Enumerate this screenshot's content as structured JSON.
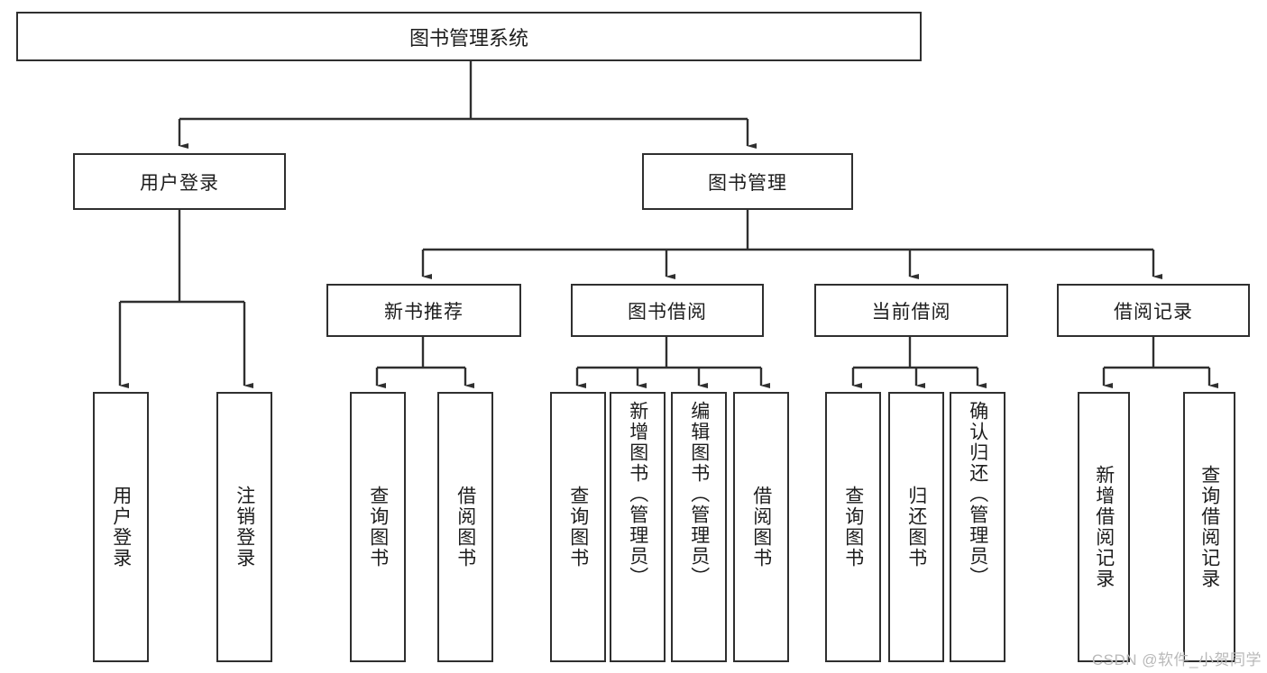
{
  "diagram": {
    "title": "图书管理系统",
    "type": "tree-hierarchy-chart",
    "root": {
      "label": "图书管理系统"
    },
    "level1": [
      {
        "label": "用户登录"
      },
      {
        "label": "图书管理"
      }
    ],
    "level2": [
      {
        "label": "新书推荐",
        "parent": "图书管理"
      },
      {
        "label": "图书借阅",
        "parent": "图书管理"
      },
      {
        "label": "当前借阅",
        "parent": "图书管理"
      },
      {
        "label": "借阅记录",
        "parent": "图书管理"
      }
    ],
    "leaves": [
      {
        "label": "用户登录",
        "parent": "用户登录"
      },
      {
        "label": "注销登录",
        "parent": "用户登录"
      },
      {
        "label": "查询图书",
        "parent": "新书推荐"
      },
      {
        "label": "借阅图书",
        "parent": "新书推荐"
      },
      {
        "label": "查询图书",
        "parent": "图书借阅"
      },
      {
        "label": "新增图书（管理员）",
        "parent": "图书借阅"
      },
      {
        "label": "编辑图书（管理员）",
        "parent": "图书借阅"
      },
      {
        "label": "借阅图书",
        "parent": "图书借阅"
      },
      {
        "label": "查询图书",
        "parent": "当前借阅"
      },
      {
        "label": "归还图书",
        "parent": "当前借阅"
      },
      {
        "label": "确认归还（管理员）",
        "parent": "当前借阅"
      },
      {
        "label": "新增借阅记录",
        "parent": "借阅记录"
      },
      {
        "label": "查询借阅记录",
        "parent": "借阅记录"
      }
    ]
  },
  "watermark": {
    "text": "CSDN @软件_小贺同学"
  },
  "colors": {
    "stroke": "#2f2f2f",
    "fill": "#ffffff",
    "text": "#1d1d1d",
    "watermark": "#b9b9b9"
  }
}
